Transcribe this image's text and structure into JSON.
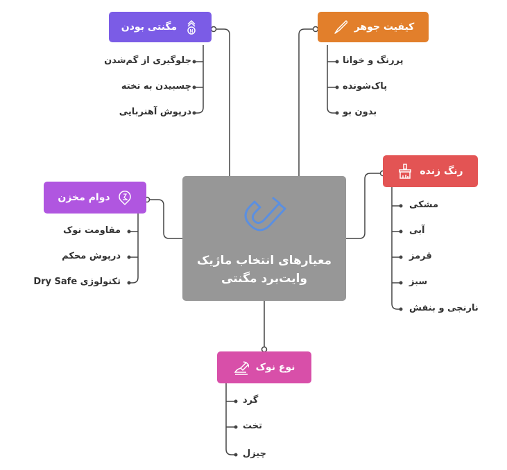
{
  "center": {
    "title_line1": "معیارهای انتخاب ماژیک",
    "title_line2": "وایت‌برد مگنتی",
    "icon": "magnet-icon",
    "color": "#979797"
  },
  "branches": {
    "magnetic": {
      "label": "مگنتی بودن",
      "icon": "magnet-n-icon",
      "color": "#7b5ce6",
      "items": [
        "جلوگیری از گم‌شدن",
        "چسبیدن به تخته",
        "درپوش آهنربایی"
      ]
    },
    "ink": {
      "label": "کیفیت جوهر",
      "icon": "pen-nib-icon",
      "color": "#e27f2b",
      "items": [
        "پررنگ و خوانا",
        "پاک‌شونده",
        "بدون بو"
      ]
    },
    "colors": {
      "label": "رنگ زنده",
      "icon": "paint-brush-icon",
      "color": "#e35454",
      "items": [
        "مشکی",
        "آبی",
        "قرمز",
        "سبز",
        "نارنجی و بنفش"
      ]
    },
    "durability": {
      "label": "دوام مخزن",
      "icon": "location-pin-icon",
      "color": "#b056e0",
      "items": [
        "مقاومت نوک",
        "درپوش محکم",
        "تکنولوژی Dry Safe"
      ]
    },
    "tip": {
      "label": "نوع نوک",
      "icon": "pen-tool-icon",
      "color": "#d84fa9",
      "items": [
        "گرد",
        "تخت",
        "چیزل"
      ]
    }
  }
}
